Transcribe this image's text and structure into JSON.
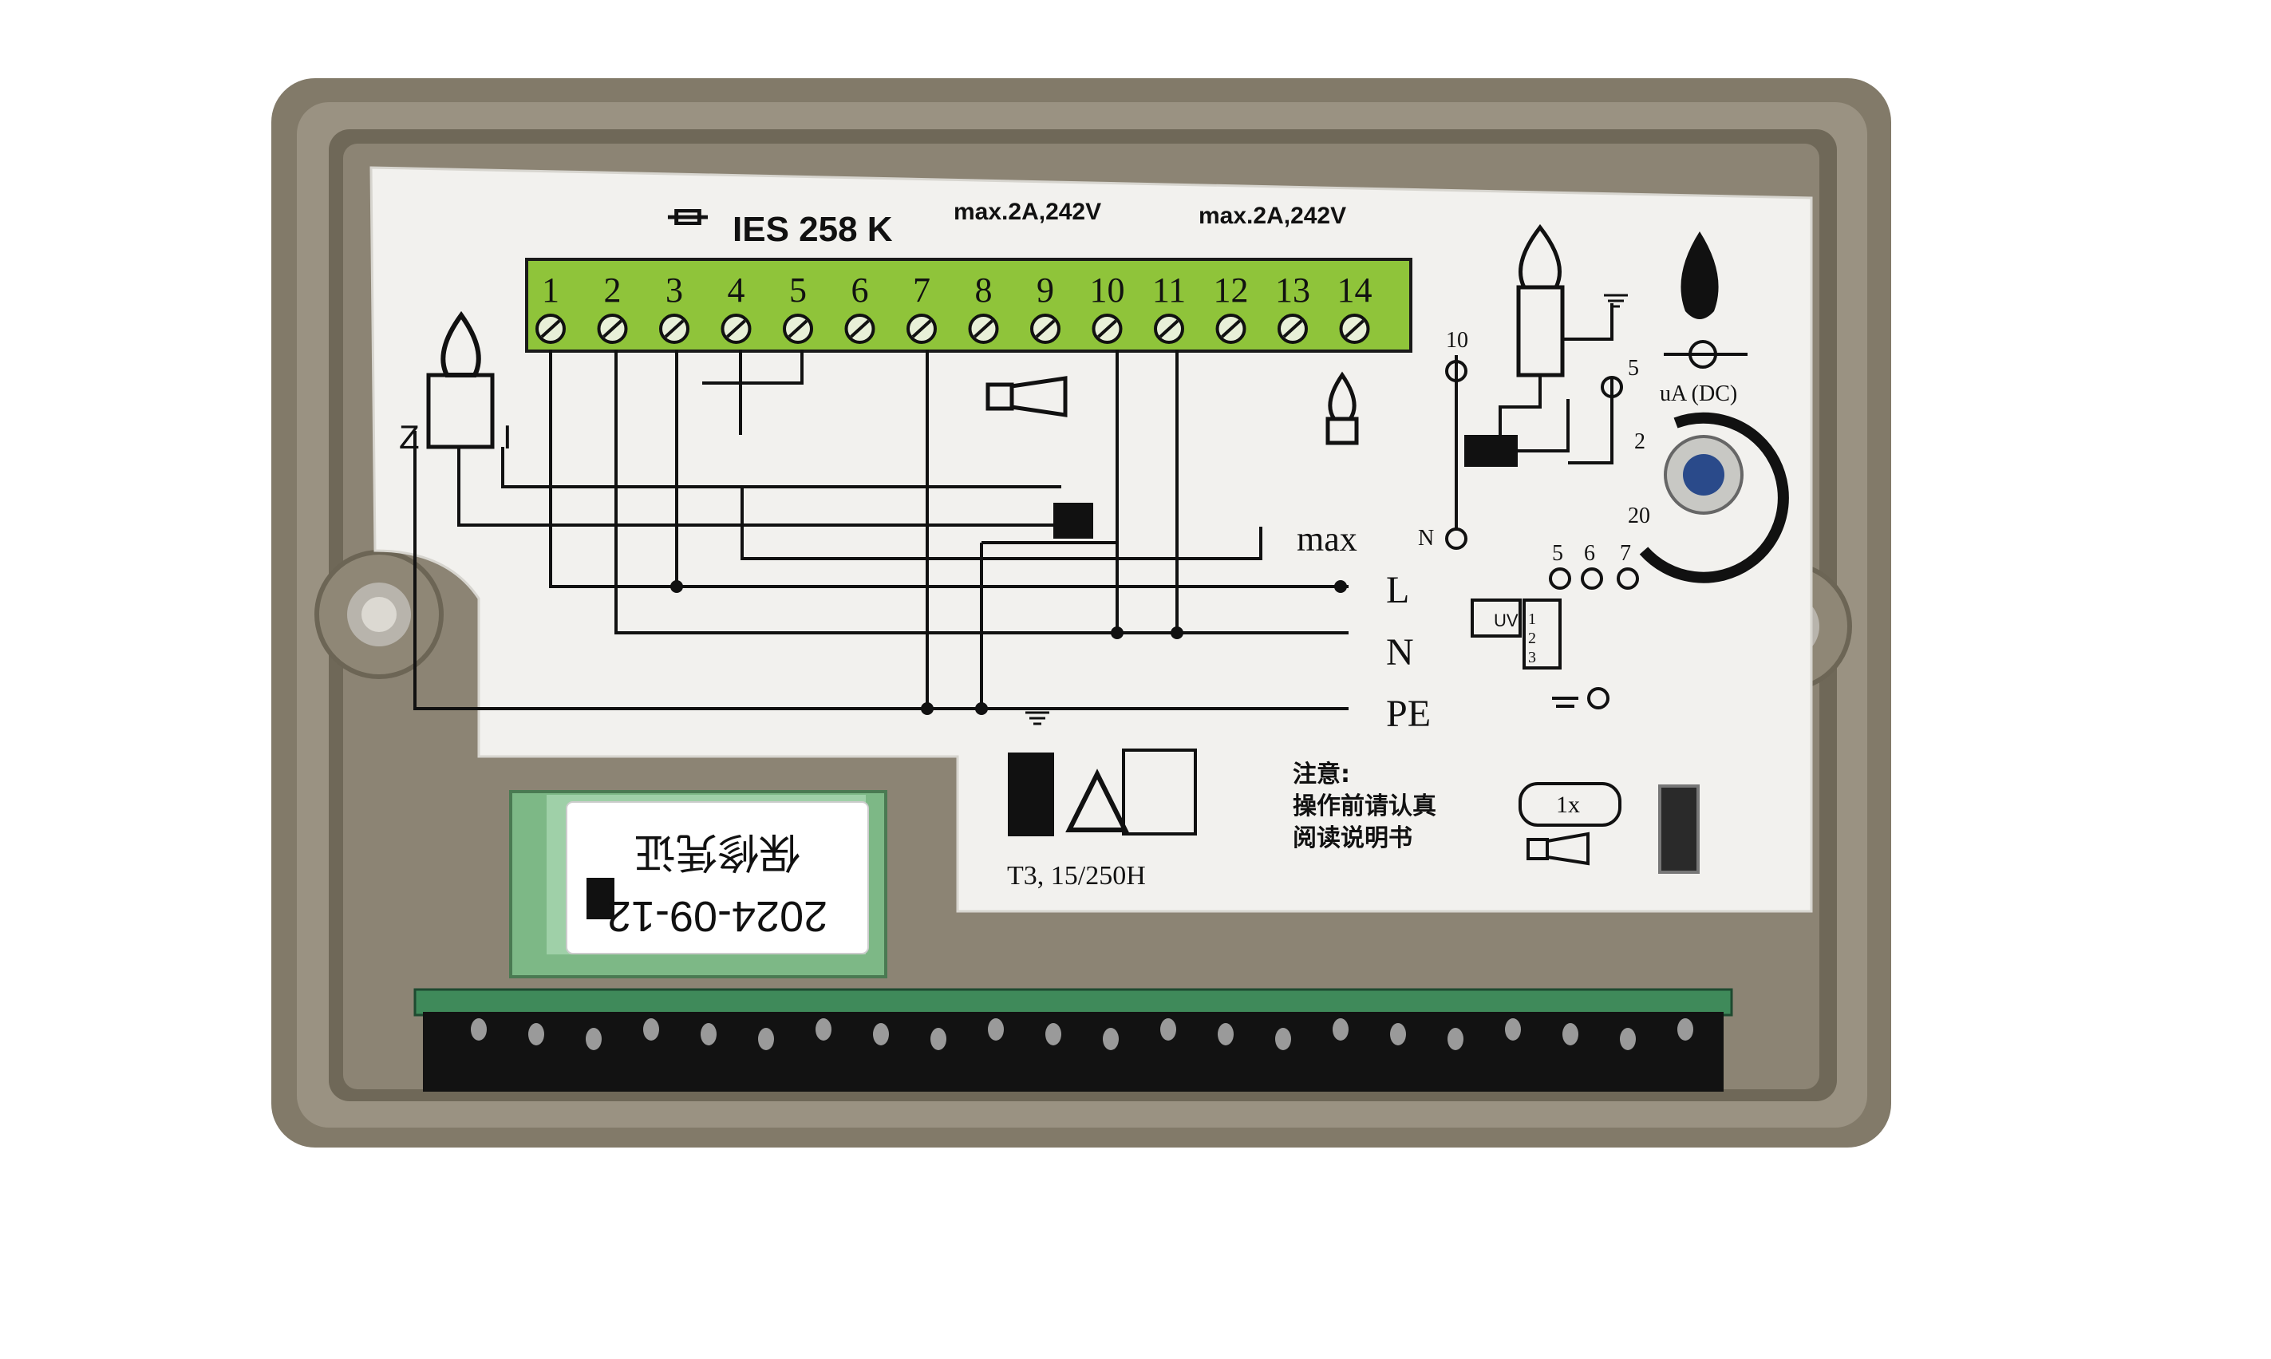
{
  "device": {
    "model": "IES 258 K",
    "relay_rating_left": "max.2A,242V",
    "relay_rating_right": "max.2A,242V",
    "terminals": [
      "1",
      "2",
      "3",
      "4",
      "5",
      "6",
      "7",
      "8",
      "9",
      "10",
      "11",
      "12",
      "13",
      "14"
    ],
    "left_labels": {
      "z": "Z",
      "i": "I"
    },
    "line_labels": {
      "l": "L",
      "n": "N",
      "pe": "PE"
    },
    "max_label": "max",
    "current_meter": "uA (DC)",
    "pot_scale": {
      "low": "2",
      "high": "20"
    },
    "ion_terminals": {
      "t10": "10",
      "t5": "5",
      "tn": "N"
    },
    "uv": {
      "box": "UV",
      "pins": [
        "1",
        "2",
        "3"
      ],
      "terminals": [
        "5",
        "6",
        "7"
      ]
    },
    "fuse_rating": "T3, 15/250H",
    "notice_title": "注意:",
    "notice_lines": [
      "操作前请认真",
      "阅读说明书"
    ],
    "reset_counter": "1x"
  },
  "sticker": {
    "date": "2024-09-12",
    "text": "保修凭证"
  }
}
